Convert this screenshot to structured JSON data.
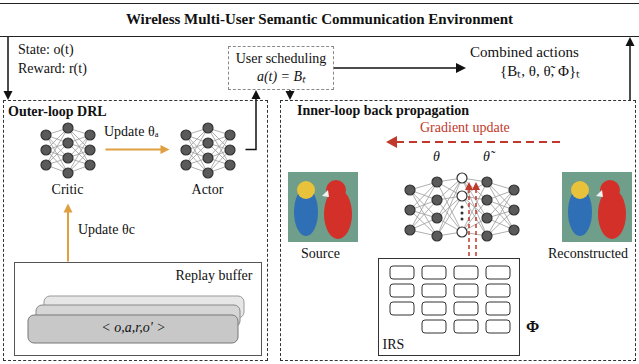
{
  "diagram": {
    "nodes": [
      {
        "text": [
          "Wireless Multi-User Semantic Communication Environment"
        ]
      },
      {
        "text": [
          "User scheduling",
          "a(t) = Bₜ"
        ]
      },
      {
        "text": [
          "Outer-loop DRL"
        ]
      },
      {
        "text": [
          "Critic"
        ],
        "in": 2
      },
      {
        "text": [
          "Actor"
        ],
        "in": 2
      },
      {
        "text": [
          "Replay buffer",
          "< o,a,r,o' >"
        ],
        "in": 2
      },
      {
        "text": [
          "Inner-loop back propagation"
        ]
      },
      {
        "text": [
          "IRS"
        ],
        "in": 6
      }
    ],
    "edges": [
      {
        "from": 0,
        "to": 2,
        "arrow": "to"
      },
      {
        "from": 4,
        "to": 1,
        "arrow": "to"
      },
      {
        "from": 1,
        "to": 6,
        "arrow": "to"
      },
      {
        "from": 6,
        "to": 0,
        "arrow": "to"
      },
      {
        "from": 3,
        "to": 4,
        "label": "Update θₐ",
        "arrow": "to"
      },
      {
        "from": 5,
        "to": 3,
        "label": "Update θc",
        "arrow": "to"
      }
    ],
    "labels": [
      "State: o(t)",
      "Reward: r(t)",
      "Combined actions",
      "{Bₜ, θ, θ̃, Φ}ₜ",
      "Gradient update",
      "θ",
      "θ̃",
      "Source",
      "Reconstructed",
      "Φ"
    ]
  }
}
